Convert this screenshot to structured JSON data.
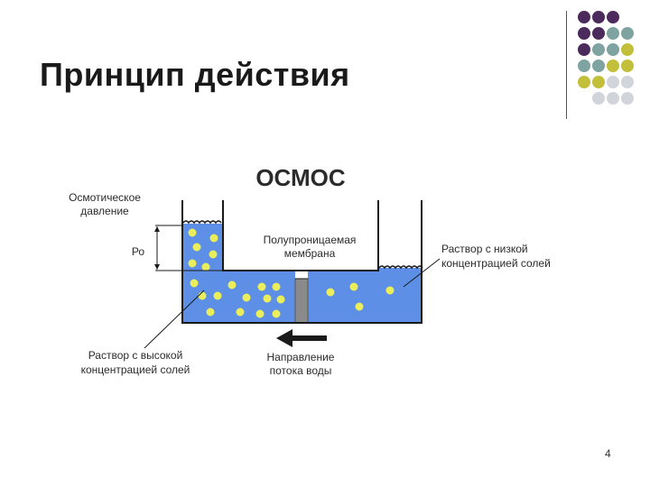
{
  "slide": {
    "title": "Принцип действия",
    "page_number": "4"
  },
  "diagram": {
    "heading": "ОСМОС",
    "pressure_label_line1": "Осмотическое",
    "pressure_label_line2": "давление",
    "po_label": "Ро",
    "membrane_label_line1": "Полупроницаемая",
    "membrane_label_line2": "мембрана",
    "low_conc_line1": "Раствор с низкой",
    "low_conc_line2": "концентрацией солей",
    "high_conc_line1": "Раствор с высокой",
    "high_conc_line2": "концентрацией солей",
    "flow_line1": "Направление",
    "flow_line2": "потока воды"
  },
  "colors": {
    "water": "#5d8fe6",
    "particle": "#e9ee5a",
    "membrane": "#8a8a8a",
    "dot_purple": "#4b2a5c",
    "dot_teal": "#7fa3a0",
    "dot_olive": "#c2bf3a",
    "dot_gray": "#d2d4dc"
  }
}
